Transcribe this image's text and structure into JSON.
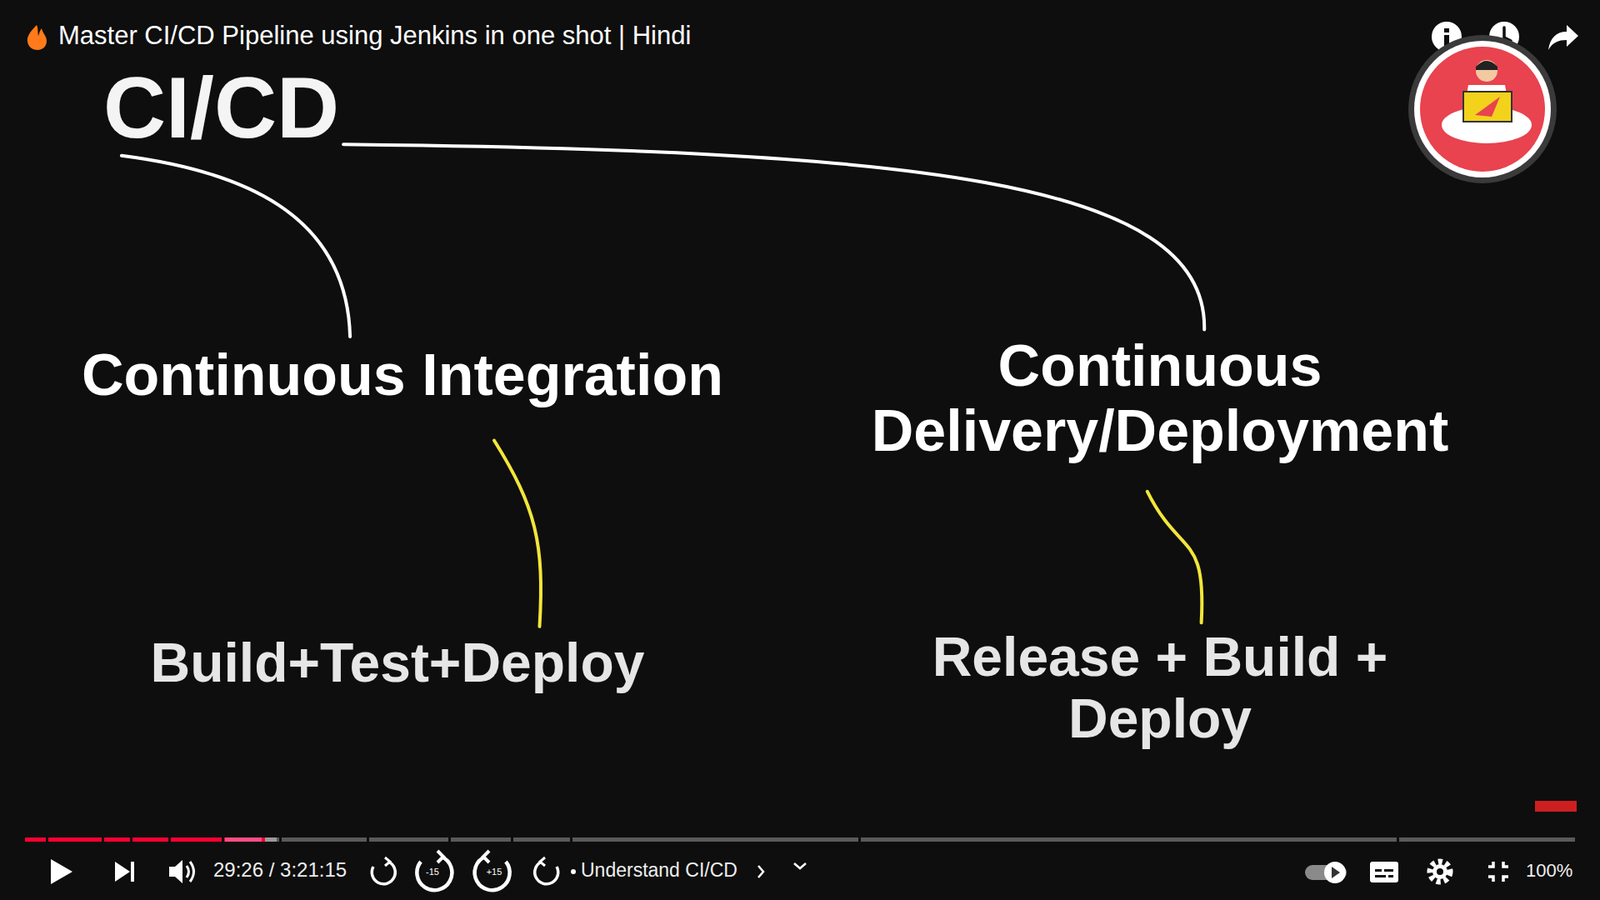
{
  "diagram": {
    "title": "Master CI/CD Pipeline using Jenkins in one shot | Hindi",
    "nodes": [
      {
        "text": [
          "CI/CD"
        ]
      },
      {
        "text": [
          "Continuous Integration"
        ]
      },
      {
        "text": [
          "Continuous Delivery/Deployment"
        ]
      },
      {
        "text": [
          "Build+Test+Deploy"
        ]
      },
      {
        "text": [
          "Release + Build + Deploy"
        ]
      }
    ],
    "edges": [
      {
        "from": 0,
        "to": 1,
        "arrow": "none"
      },
      {
        "from": 0,
        "to": 2,
        "arrow": "none"
      },
      {
        "from": 1,
        "to": 3,
        "arrow": "none"
      },
      {
        "from": 2,
        "to": 4,
        "arrow": "none"
      }
    ],
    "labels": [
      "29:26 / 3:21:15",
      "Understand CI/CD",
      "100%",
      "-15",
      "+15"
    ]
  }
}
